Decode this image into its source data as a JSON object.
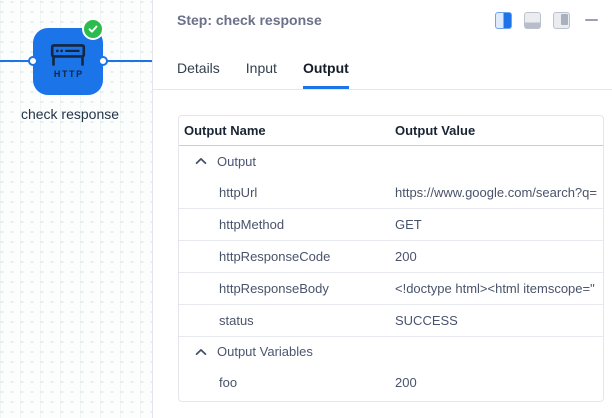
{
  "canvas": {
    "node": {
      "label": "check response",
      "type_label": "HTTP",
      "status": "success"
    }
  },
  "panel": {
    "title": "Step: check response",
    "controls": {
      "icons": [
        "split-view-icon",
        "dock-bottom-icon",
        "dock-right-icon",
        "minimize-icon"
      ]
    },
    "tabs": [
      {
        "label": "Details",
        "active": false
      },
      {
        "label": "Input",
        "active": false
      },
      {
        "label": "Output",
        "active": true
      }
    ],
    "table": {
      "columns": [
        "Output Name",
        "Output Value"
      ],
      "groups": [
        {
          "label": "Output",
          "rows": [
            {
              "name": "httpUrl",
              "value": "https://www.google.com/search?q="
            },
            {
              "name": "httpMethod",
              "value": "GET"
            },
            {
              "name": "httpResponseCode",
              "value": "200"
            },
            {
              "name": "httpResponseBody",
              "value": "<!doctype html><html itemscope=\""
            },
            {
              "name": "status",
              "value": "SUCCESS"
            }
          ]
        },
        {
          "label": "Output Variables",
          "rows": [
            {
              "name": "foo",
              "value": "200"
            }
          ]
        }
      ]
    }
  },
  "colors": {
    "accent_blue": "#1d74e8",
    "node_blue": "#1b74e8",
    "success_green": "#2dbb4e"
  }
}
